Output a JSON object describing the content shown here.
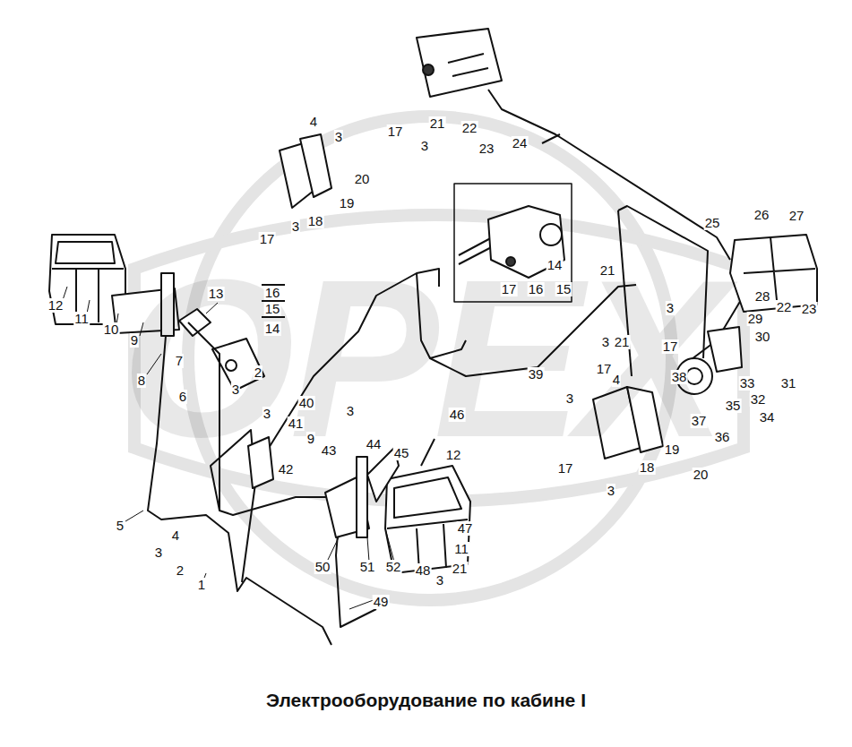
{
  "diagram": {
    "title": "Электрооборудование по кабине I",
    "labels": [
      "OPEX",
      "17",
      "21",
      "3",
      "22",
      "23",
      "24",
      "4",
      "3",
      "20",
      "19",
      "18",
      "3",
      "17",
      "26",
      "27",
      "25",
      "28",
      "22",
      "23",
      "12",
      "11",
      "10",
      "9",
      "13",
      "16",
      "15",
      "14",
      "7",
      "6",
      "3",
      "2",
      "8",
      "14",
      "17",
      "16",
      "15",
      "21",
      "3",
      "3",
      "21",
      "17",
      "17",
      "39",
      "29",
      "30",
      "31",
      "33",
      "32",
      "38",
      "35",
      "34",
      "37",
      "36",
      "4",
      "3",
      "19",
      "20",
      "18",
      "17",
      "3",
      "46",
      "40",
      "3",
      "41",
      "9",
      "3",
      "42",
      "43",
      "44",
      "45",
      "12",
      "5",
      "4",
      "3",
      "2",
      "1",
      "47",
      "11",
      "21",
      "48",
      "3",
      "50",
      "51",
      "52",
      "49"
    ]
  }
}
